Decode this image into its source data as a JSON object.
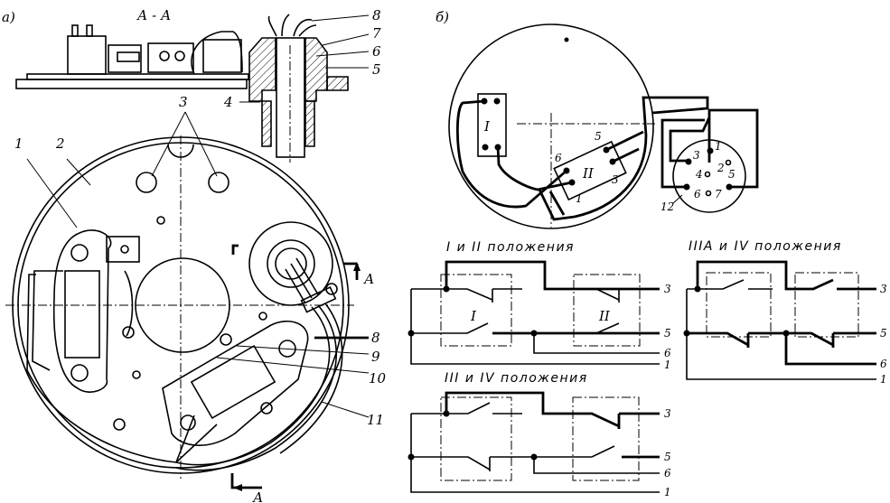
{
  "figure": {
    "panel_a": {
      "label": "а)",
      "section_label": "А - А",
      "section_marker": "А",
      "callouts": [
        "1",
        "2",
        "3",
        "4",
        "5",
        "6",
        "7",
        "8",
        "8",
        "9",
        "10",
        "11"
      ]
    },
    "panel_b": {
      "label": "б)",
      "switches": [
        "I",
        "II"
      ],
      "switch_ii_terminals": [
        "5",
        "6",
        "3",
        "1"
      ],
      "connector_label": "12",
      "connector_pins": [
        "1",
        "2",
        "3",
        "4",
        "5",
        "6",
        "7"
      ]
    },
    "schematics": [
      {
        "title": "I и II положения",
        "terminals": [
          "3",
          "5",
          "6",
          "1"
        ],
        "switch_labels": [
          "I",
          "II"
        ]
      },
      {
        "title": "IIIА и IV положения",
        "terminals": [
          "3",
          "5",
          "6",
          "1"
        ]
      },
      {
        "title": "III и IV положения",
        "terminals": [
          "3",
          "5",
          "6",
          "1"
        ]
      }
    ]
  }
}
